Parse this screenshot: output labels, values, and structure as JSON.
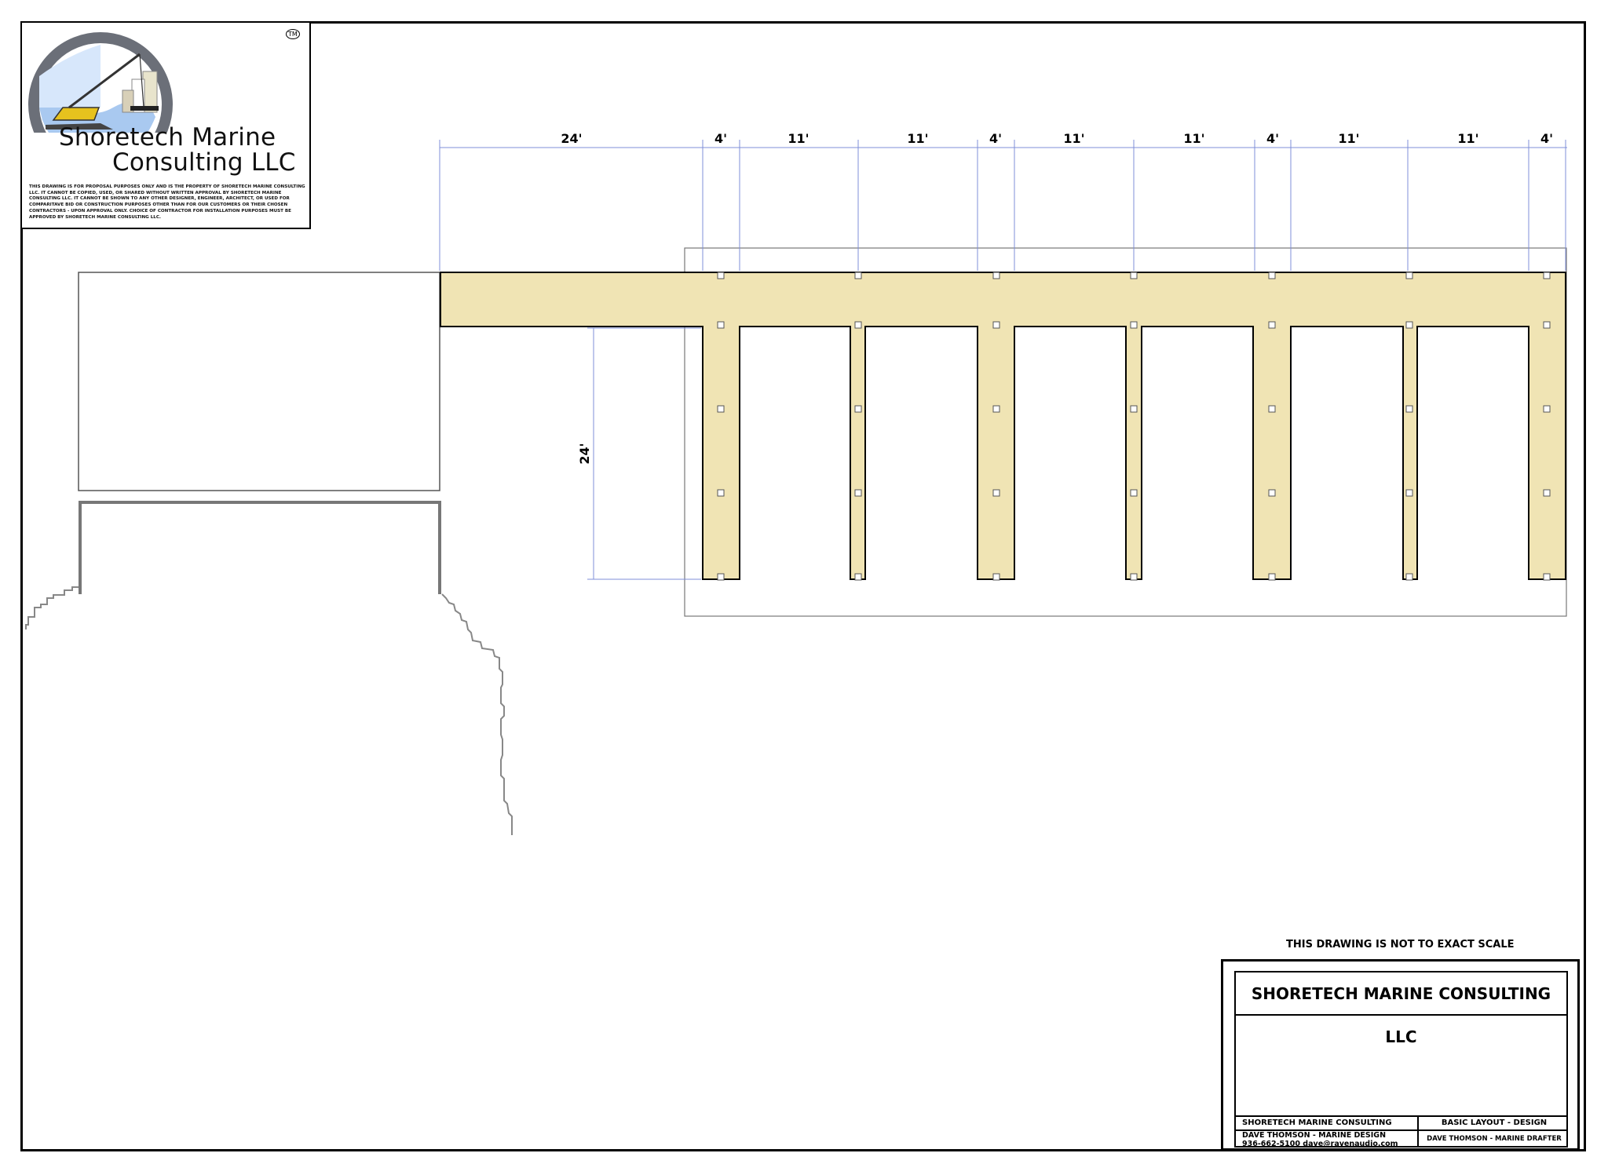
{
  "logo": {
    "line1": "Shoretech Marine",
    "line2": "Consulting LLC",
    "tm": "TM",
    "disclaimer": "THIS DRAWING IS FOR PROPOSAL PURPOSES ONLY AND IS THE PROPERTY OF SHORETECH MARINE CONSULTING LLC.  IT CANNOT BE COPIED, USED, OR SHARED WITHOUT WRITTEN APPROVAL BY SHORETECH MARINE CONSULTING LLC.  IT CANNOT BE SHOWN TO ANY OTHER DESIGNER, ENGINEER, ARCHITECT, OR USED FOR COMPARITAVE BID OR CONSTRUCTION PURPOSES OTHER THAN FOR OUR CUSTOMERS OR THEIR CHOSEN CONTRACTORS - UPON APPROVAL ONLY. CHOICE OF CONTRACTOR FOR INSTALLATION PURPOSES MUST BE APPROVED BY SHORETECH MARINE CONSULTING LLC."
  },
  "dimensions": {
    "top": [
      "24'",
      "4'",
      "11'",
      "11'",
      "4'",
      "11'",
      "11'",
      "4'",
      "11'",
      "11'",
      "4'"
    ],
    "side": "24'"
  },
  "colors": {
    "dock_fill": "#f0e4b4",
    "dim_line": "#7f8fd8",
    "outline": "#000000",
    "shore": "#808080"
  },
  "notes": {
    "scale": "THIS DRAWING IS NOT TO EXACT SCALE"
  },
  "title_block": {
    "company": "SHORETECH MARINE CONSULTING LLC",
    "firm": "SHORETECH MARINE CONSULTING",
    "drawing": "BASIC LAYOUT - DESIGN",
    "designer": "DAVE THOMSON - MARINE DESIGN",
    "contact": "936-662-5100  dave@ravenaudio.com",
    "drafter": "DAVE THOMSON - MARINE DRAFTER"
  }
}
